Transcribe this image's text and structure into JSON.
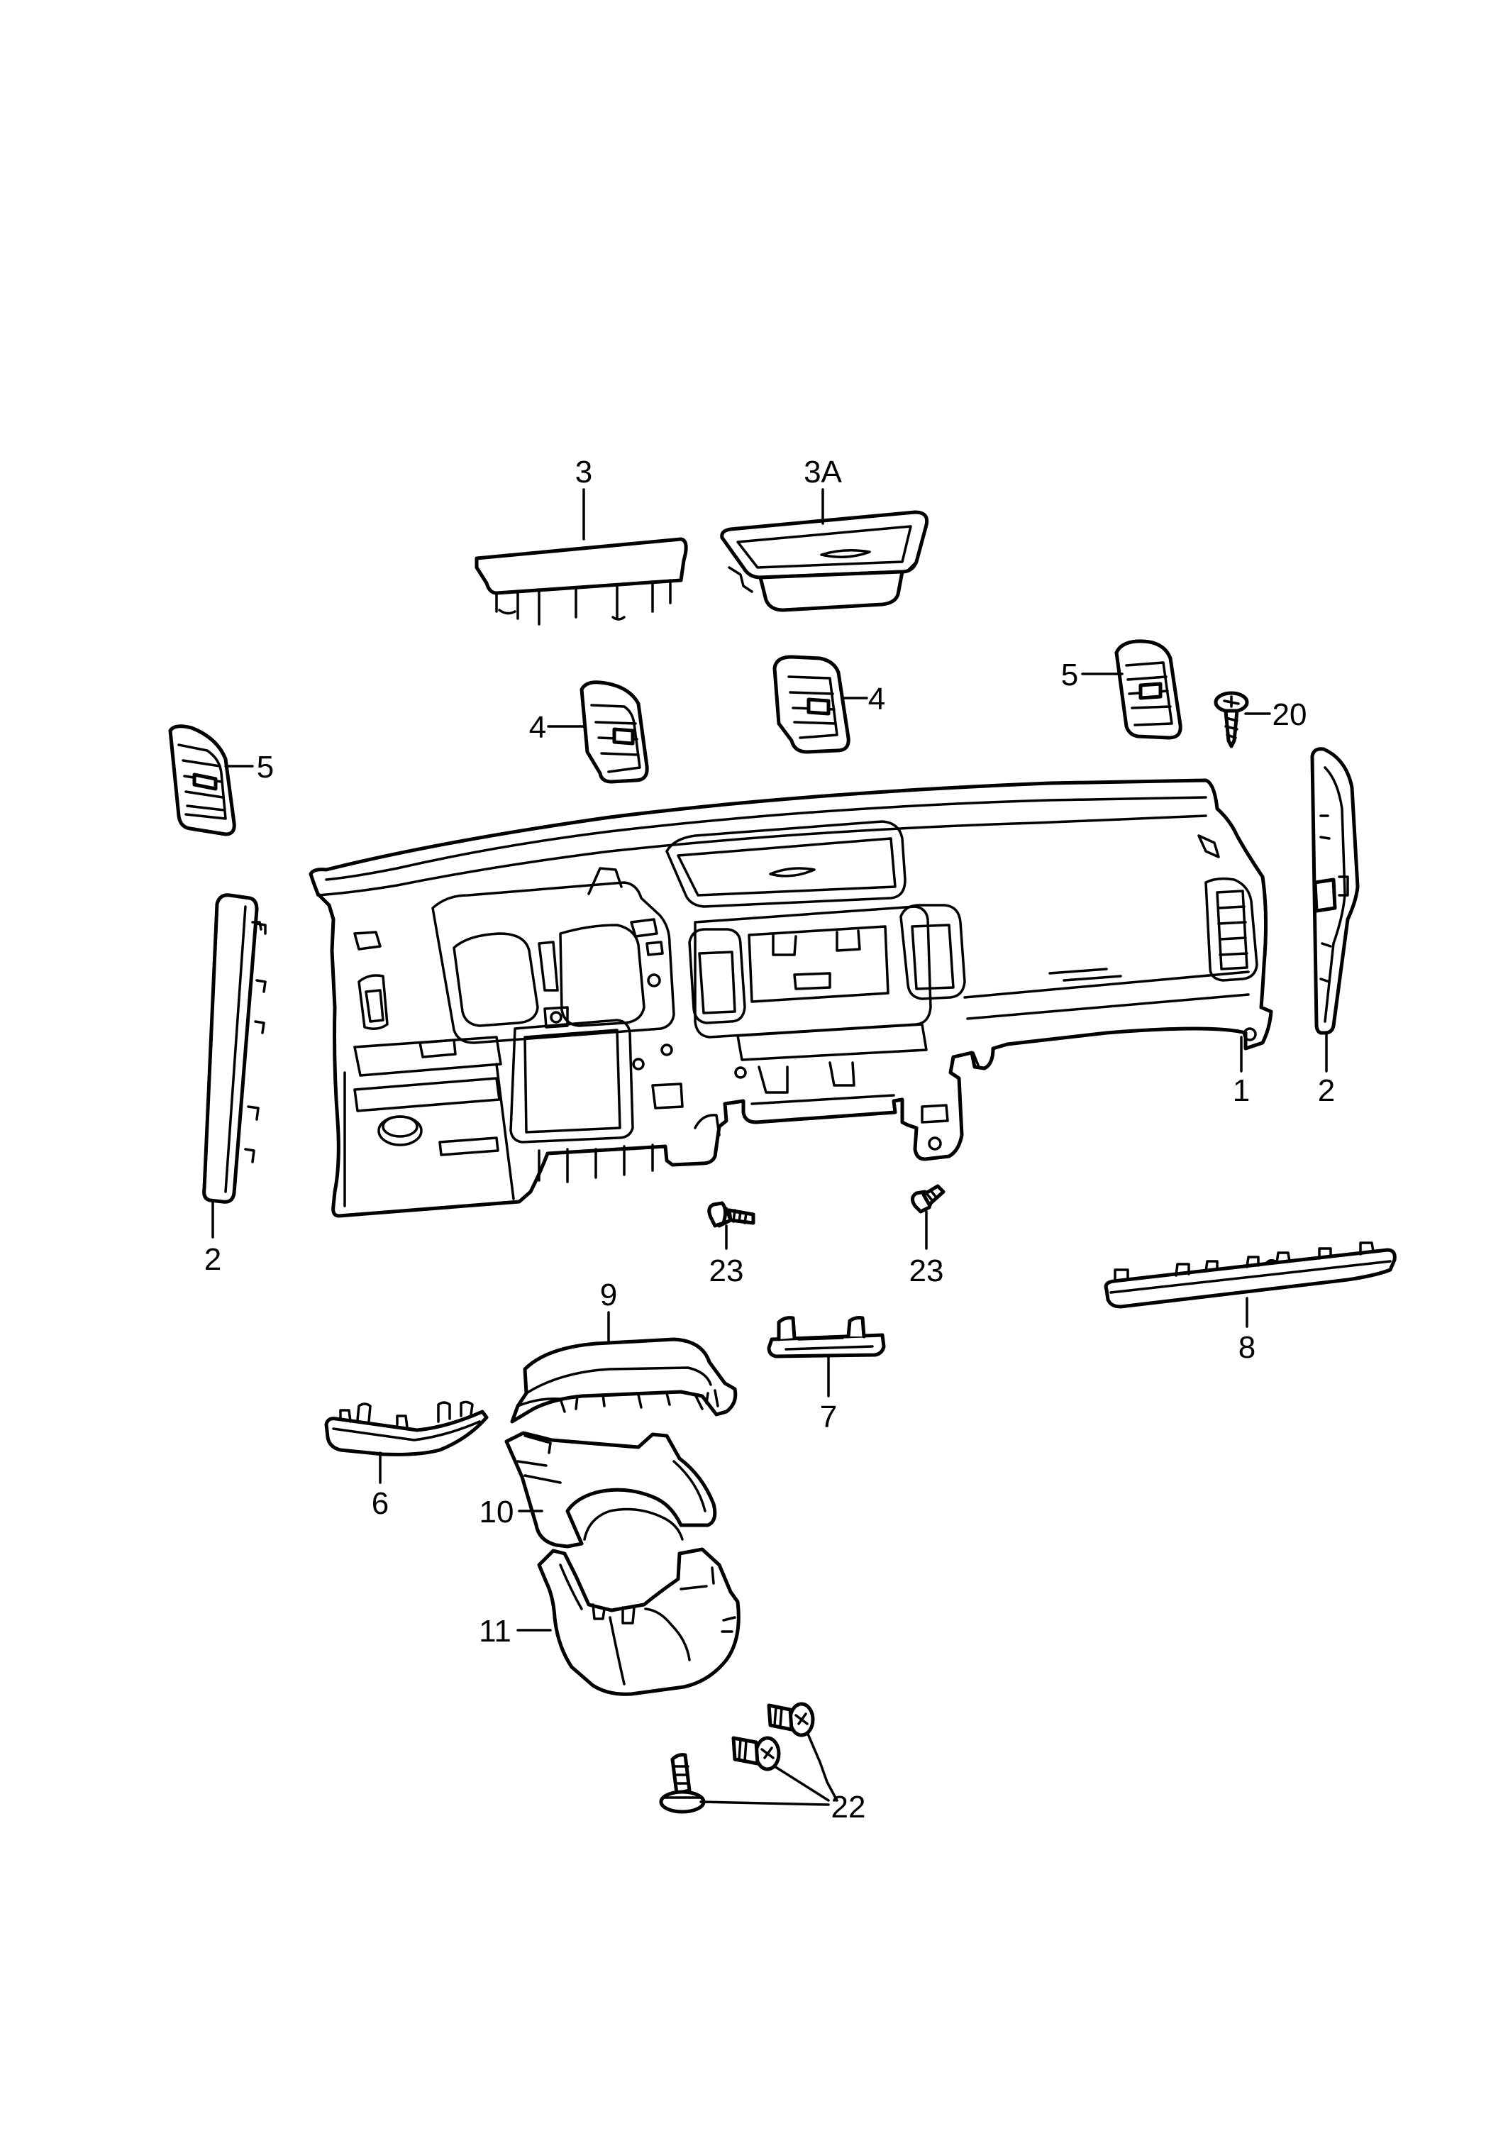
{
  "callouts": {
    "c1": "1",
    "c2_left": "2",
    "c2_right": "2",
    "c3": "3",
    "c3a": "3A",
    "c4_left": "4",
    "c4_center": "4",
    "c5_left": "5",
    "c5_right": "5",
    "c6": "6",
    "c7": "7",
    "c8": "8",
    "c9": "9",
    "c10": "10",
    "c11": "11",
    "c20": "20",
    "c22": "22",
    "c23_left": "23",
    "c23_right": "23"
  }
}
